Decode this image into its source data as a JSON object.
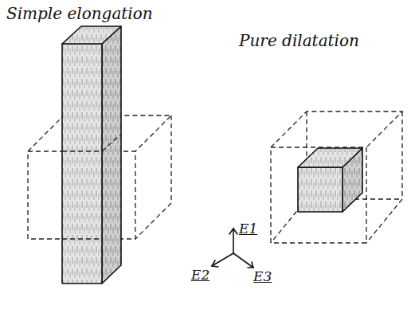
{
  "diagram": {
    "labels": [
      "Simple elongation",
      "Pure dilatation",
      "E1",
      "E2",
      "E3"
    ]
  }
}
